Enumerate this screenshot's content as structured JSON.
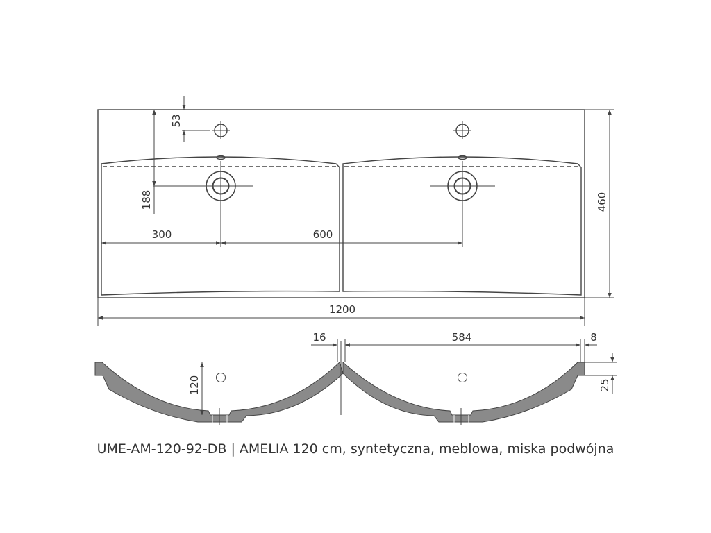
{
  "top_view": {
    "dim_tap_offset": "53",
    "dim_drain_depth": "188",
    "dim_left_drain": "300",
    "dim_drain_spacing": "600",
    "dim_depth": "460",
    "dim_width": "1200"
  },
  "front_view": {
    "dim_gap": "16",
    "dim_bowl_width": "584",
    "dim_edge": "8",
    "dim_bowl_depth": "120",
    "dim_rim": "25"
  },
  "caption": "UME-AM-120-92-DB | AMELIA 120 cm, syntetyczna, meblowa, miska podwójna"
}
